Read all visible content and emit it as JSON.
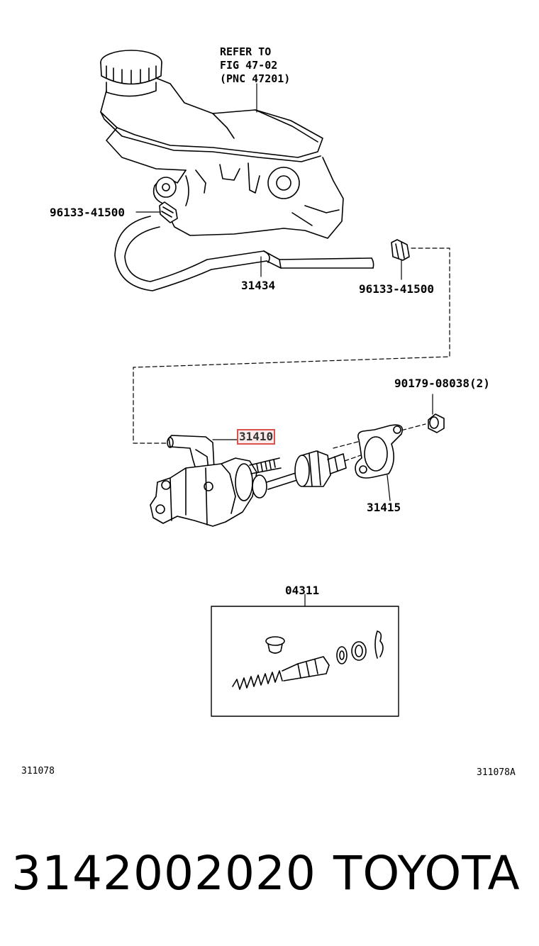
{
  "refer": [
    "REFER TO",
    "FIG 47-02",
    "(PNC 47201)"
  ],
  "labels": {
    "clip_upper": "96133-41500",
    "hose": "31434",
    "clip_right": "96133-41500",
    "nut": "90179-08038(2)",
    "cylinder": "31410",
    "gasket": "31415",
    "kit": "04311"
  },
  "fig_left": "311078",
  "fig_right": "311078A",
  "footer": {
    "part_number": "3142002020",
    "brand": "TOYOTA"
  },
  "colors": {
    "highlight": "#d9534f"
  }
}
